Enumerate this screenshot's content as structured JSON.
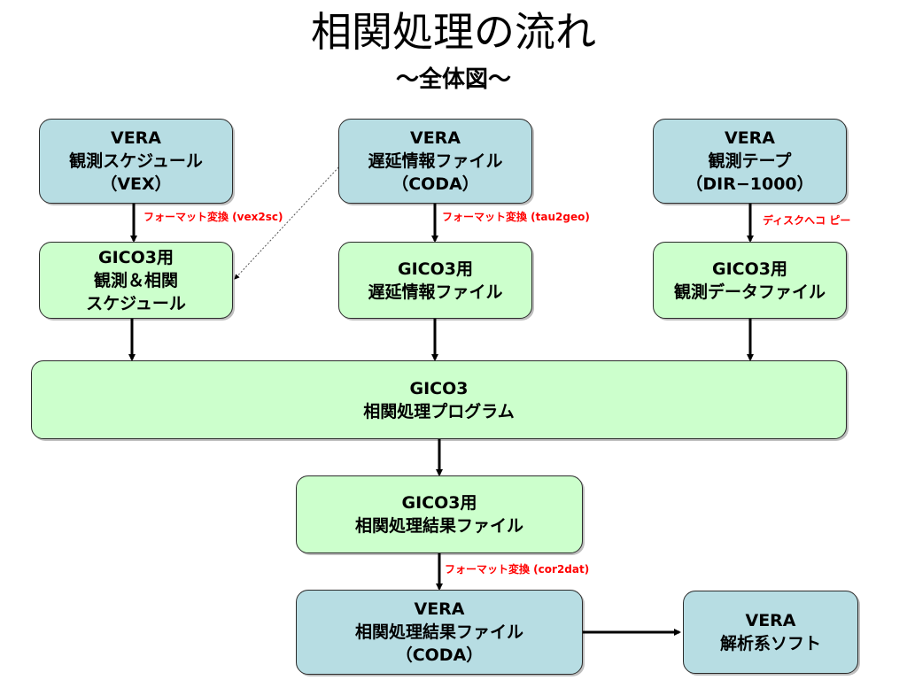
{
  "title": "相関処理の流れ",
  "subtitle": "～全体図～",
  "colors": {
    "source_box": "#b7dde3",
    "gico_box": "#ccffcc",
    "note_text": "#ff0000"
  },
  "boxes": {
    "vera_schedule": [
      "VERA",
      "観測スケジュール",
      "（VEX）"
    ],
    "vera_delay": [
      "VERA",
      "遅延情報ファイル",
      "（CODA）"
    ],
    "vera_tape": [
      "VERA",
      "観測テープ",
      "（DIR−1000）"
    ],
    "gico_schedule": [
      "GICO3用",
      "観測＆相関",
      "スケジュール"
    ],
    "gico_delay": [
      "GICO3用",
      "遅延情報ファイル"
    ],
    "gico_data": [
      "GICO3用",
      "観測データファイル"
    ],
    "gico_program": [
      "GICO3",
      "相関処理プログラム"
    ],
    "gico_result": [
      "GICO3用",
      "相関処理結果ファイル"
    ],
    "vera_result": [
      "VERA",
      "相関処理結果ファイル",
      "（CODA）"
    ],
    "vera_analysis": [
      "VERA",
      "解析系ソフト"
    ]
  },
  "notes": {
    "vex2sc": "フォーマット変換 (vex2sc)",
    "tau2geo": "フォーマット変換 (tau2geo)",
    "disk_copy": "ディスクへコ ピー",
    "cor2dat": "フォーマット変換 (cor2dat)"
  }
}
